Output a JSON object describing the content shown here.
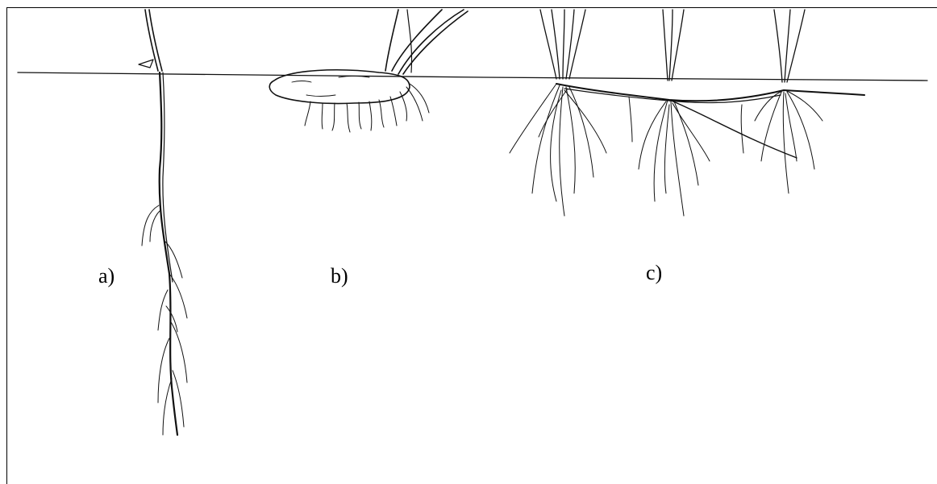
{
  "labels": {
    "a": "a)",
    "b": "b)",
    "c": "c)"
  },
  "colors": {
    "ink": "#111111",
    "paper": "#ffffff"
  }
}
